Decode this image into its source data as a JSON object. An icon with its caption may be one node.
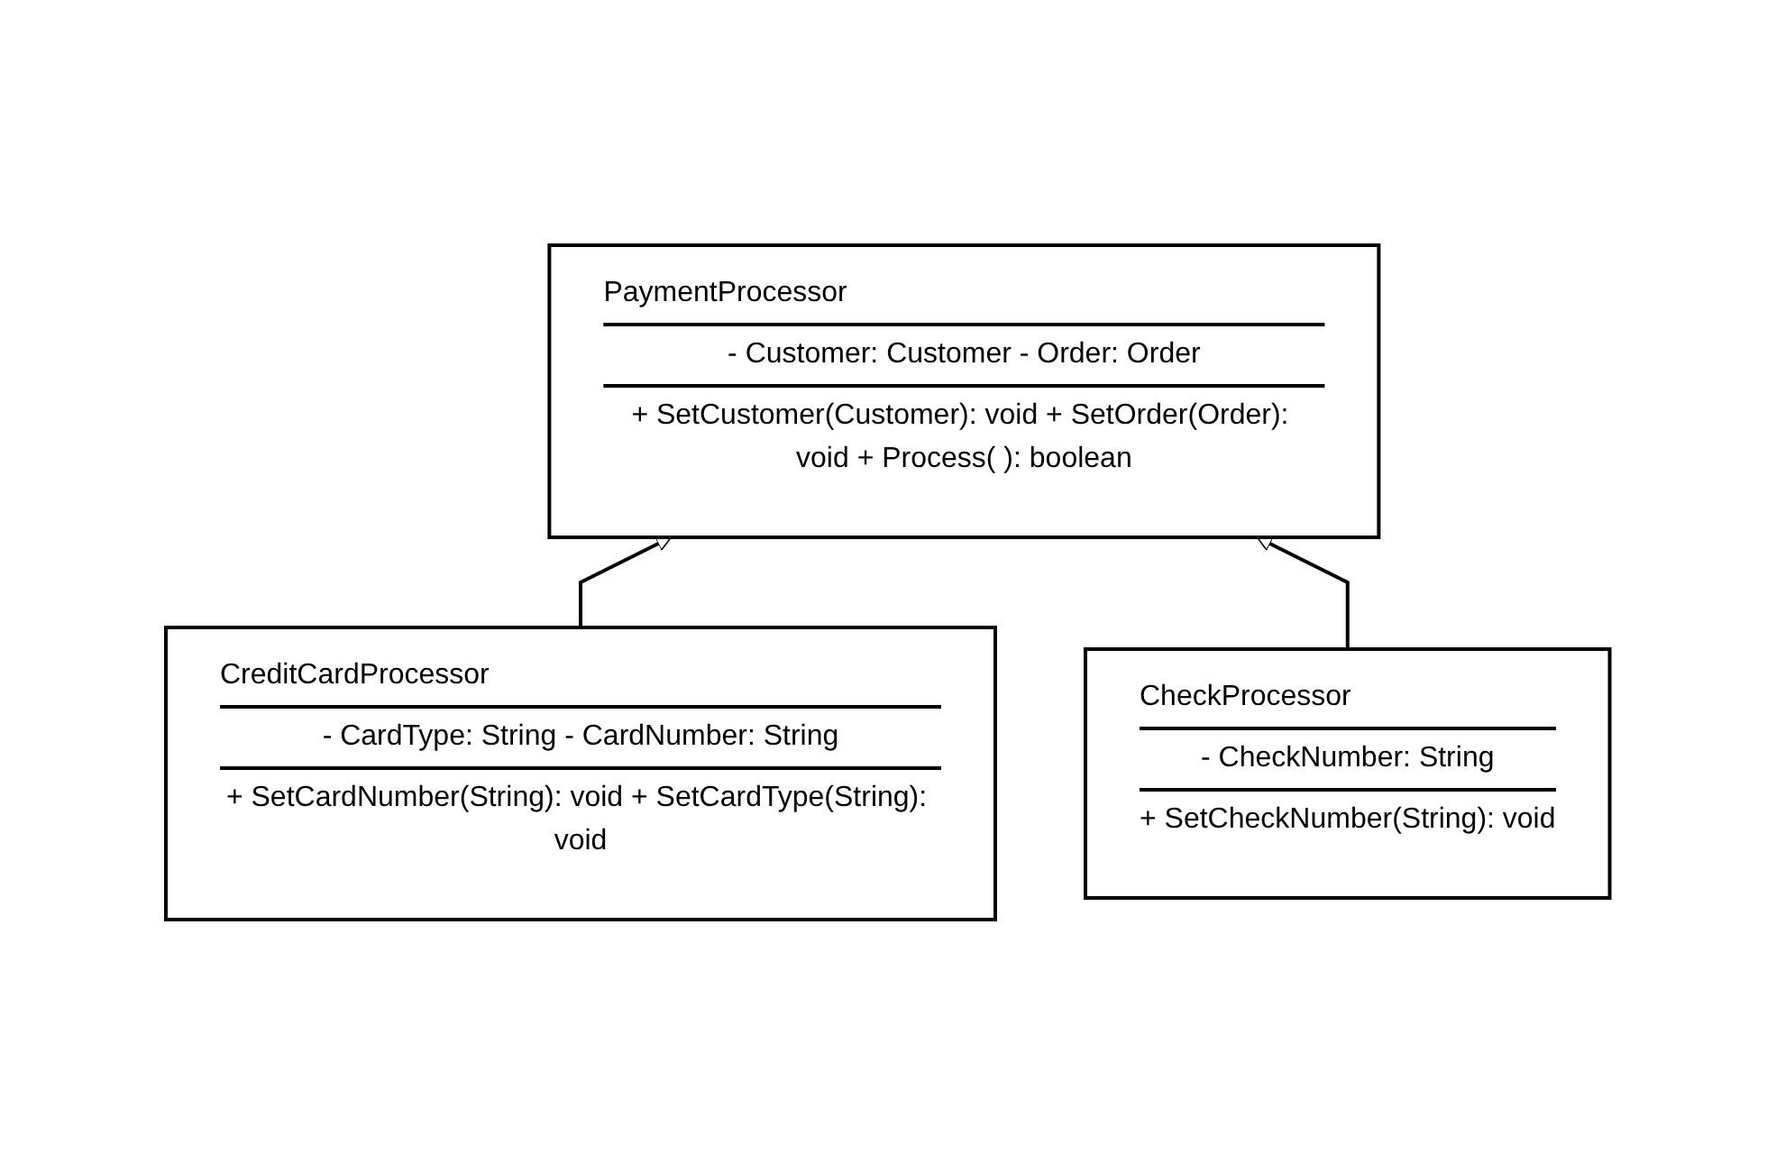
{
  "diagram": {
    "nodes": [
      {
        "text": [
          "PaymentProcessor",
          "- Customer: Customer - Order: Order",
          "+ SetCustomer(Customer): void + SetOrder(Order): void + Process( ): boolean"
        ]
      },
      {
        "text": [
          "CreditCardProcessor",
          "- CardType: String - CardNumber: String",
          "+ SetCardNumber(String): void + SetCardType(String): void"
        ]
      },
      {
        "text": [
          "CheckProcessor",
          "- CheckNumber: String",
          "+ SetCheckNumber(String): void"
        ]
      }
    ],
    "edges": [
      {
        "from": 1,
        "to": 0,
        "arrow": "to"
      },
      {
        "from": 2,
        "to": 0,
        "arrow": "to"
      }
    ]
  }
}
